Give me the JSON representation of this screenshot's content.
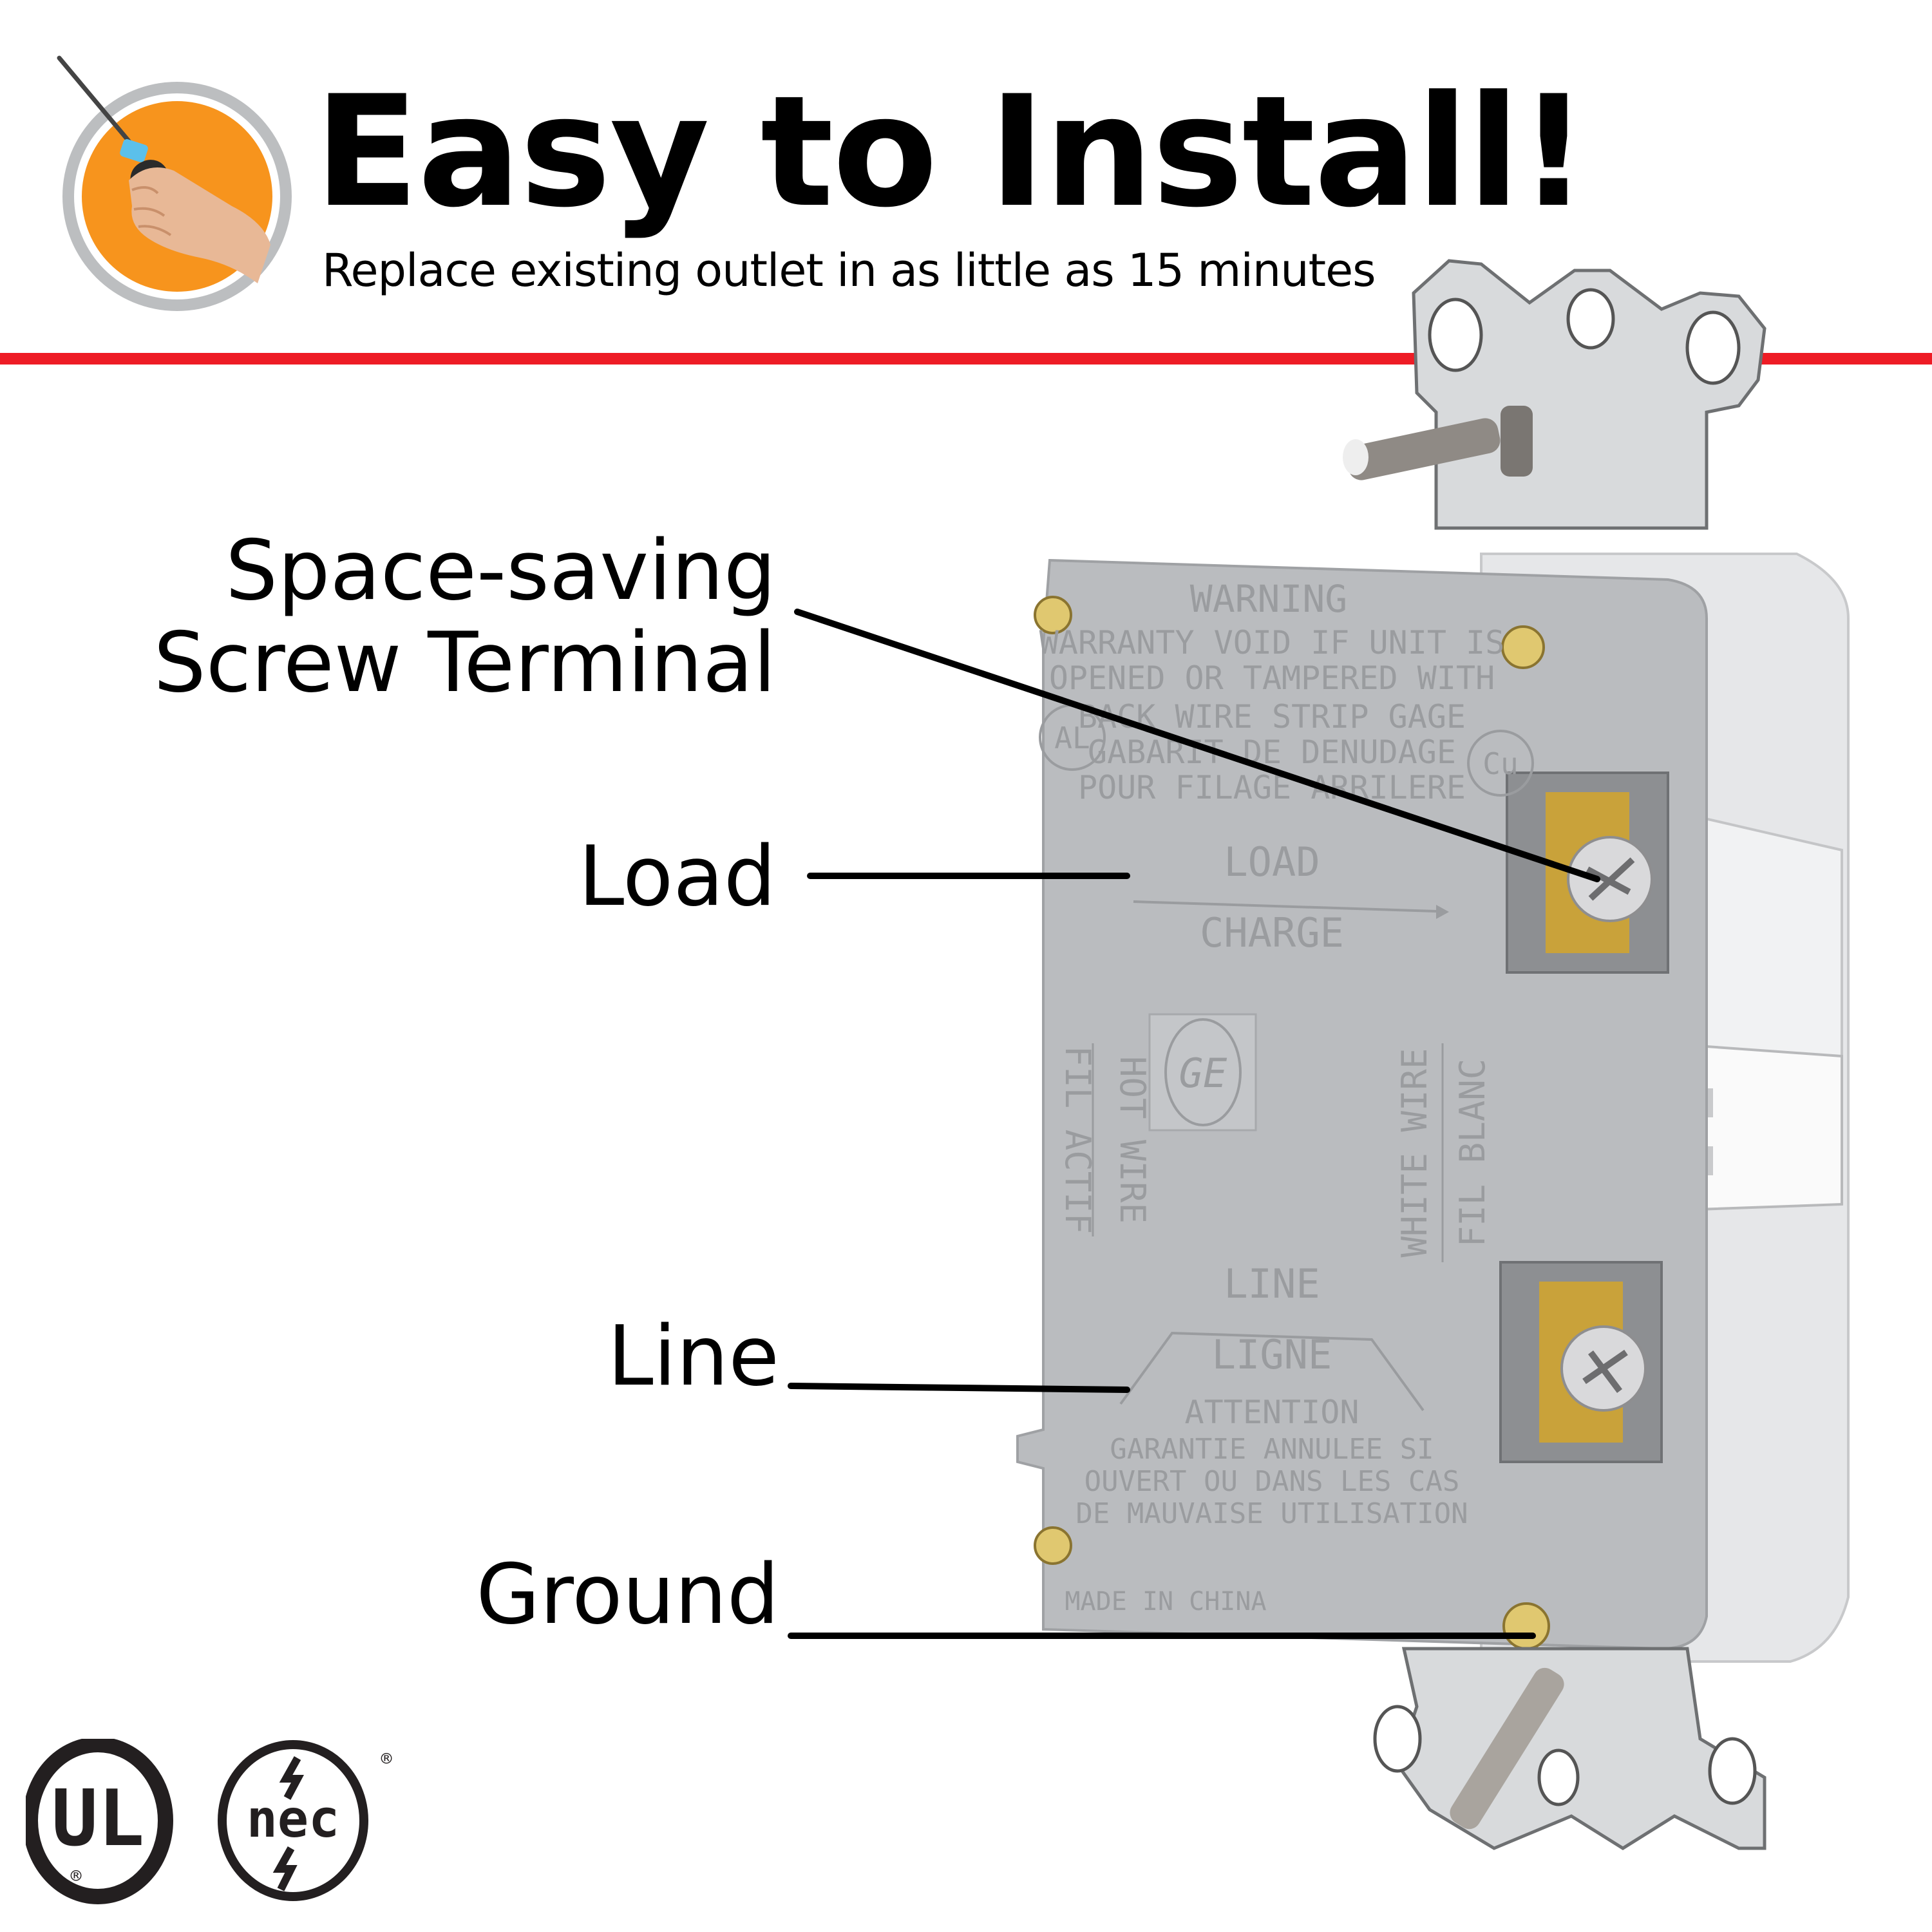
{
  "header": {
    "title": "Easy to Install!",
    "subtitle": "Replace existing outlet in as little as 15 minutes",
    "icon": "screwdriver-in-hand-icon",
    "accent_color": "#ee1c25",
    "icon_circle_color": "#f7941d",
    "icon_ring_color": "#bcbec0"
  },
  "callouts": [
    {
      "label_line1": "Space-saving",
      "label_line2": "Screw Terminal"
    },
    {
      "label": "Load"
    },
    {
      "label": "Line"
    },
    {
      "label": "Ground"
    }
  ],
  "device": {
    "embossed": {
      "warning": "WARNING",
      "warning_l1": "WARRANTY VOID IF UNIT IS",
      "warning_l2": "OPENED OR TAMPERED WITH",
      "strip_gage": "BACK WIRE STRIP GAGE",
      "gabarit_l1": "GABARIT DE DENUDAGE",
      "gabarit_l2": "POUR FILAGE ARRILERE",
      "al": "AL",
      "cu": "Cu",
      "load": "LOAD",
      "charge": "CHARGE",
      "hot_wire": "HOT WIRE",
      "fil_actif": "FIL ACTIF",
      "white_wire": "WHITE WIRE",
      "fil_blanc": "FIL BLANC",
      "brand": "GE",
      "line": "LINE",
      "ligne": "LIGNE",
      "attention": "ATTENTION",
      "fr_l1": "GARANTIE ANNULEE SI",
      "fr_l2": "OUVERT OU DANS LES CAS",
      "fr_l3": "DE MAUVAISE UTILISATION",
      "made_in": "MADE IN CHINA"
    },
    "body_color": "#b9bbbe",
    "side_color": "#e4e5e7",
    "brass_color": "#c9a23a",
    "metal_color": "#d6d8da"
  },
  "certifications": [
    {
      "name": "UL",
      "mark": "UL",
      "registered": "®"
    },
    {
      "name": "NEC",
      "mark": "nec",
      "registered": "®"
    }
  ]
}
